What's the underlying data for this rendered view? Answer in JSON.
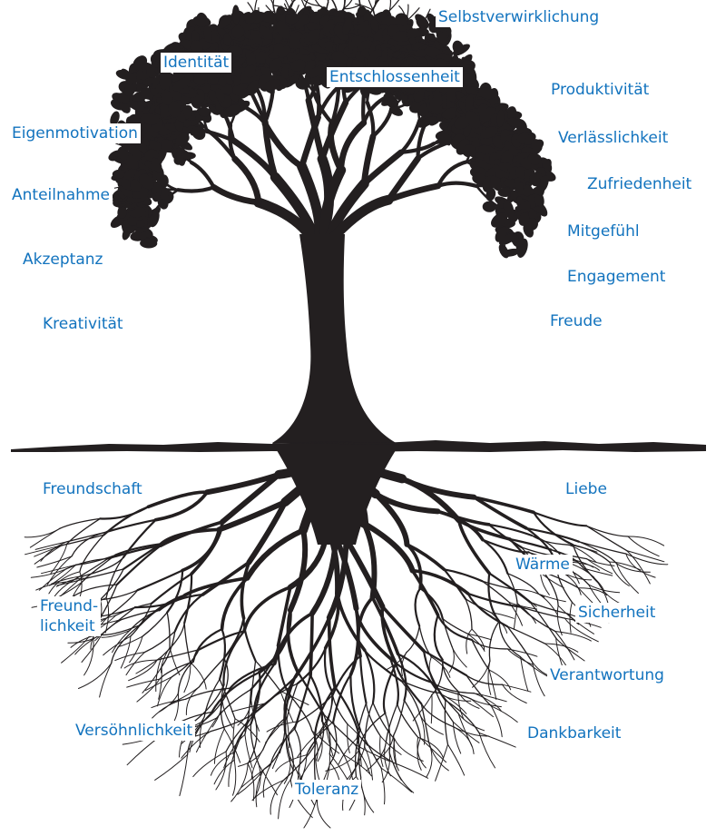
{
  "colors": {
    "label": "#1273be",
    "tree": "#231f20",
    "background": "#ffffff"
  },
  "labels": {
    "selbstverwirklichung": "Selbstverwirklichung",
    "identitaet": "Identität",
    "entschlossenheit": "Entschlossenheit",
    "produktivitaet": "Produktivität",
    "eigenmotivation": "Eigenmotivation",
    "verlaesslichkeit": "Verlässlichkeit",
    "anteilnahme": "Anteilnahme",
    "zufriedenheit": "Zufriedenheit",
    "mitgefuehl": "Mitgefühl",
    "akzeptanz": "Akzeptanz",
    "engagement": "Engagement",
    "kreativitaet": "Kreativität",
    "freude": "Freude",
    "freundschaft": "Freundschaft",
    "liebe": "Liebe",
    "waerme": "Wärme",
    "freundlichkeit": "Freund-\nlichkeit",
    "sicherheit": "Sicherheit",
    "verantwortung": "Verantwortung",
    "versoehnlichkeit": "Versöhnlichkeit",
    "dankbarkeit": "Dankbarkeit",
    "toleranz": "Toleranz"
  }
}
